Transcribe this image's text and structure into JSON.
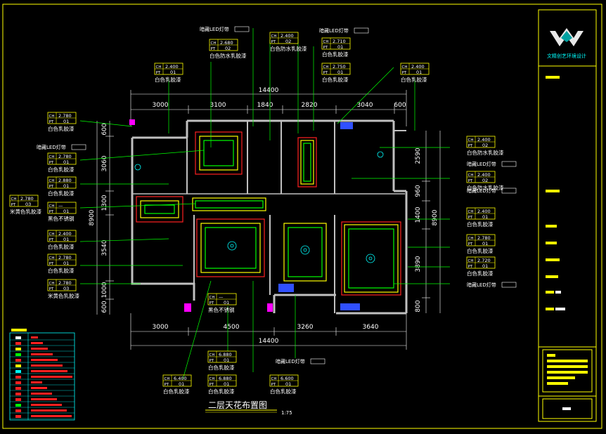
{
  "drawing": {
    "title": "二层天花布置图",
    "scale": "1:75",
    "company": "文精创艺环境设计",
    "dim_top_total": "14400",
    "dim_bottom_total": "14400",
    "dims_top": [
      "3000",
      "3100",
      "1840",
      "2820",
      "3040",
      "600"
    ],
    "dims_bottom": [
      "3000",
      "4500",
      "3260",
      "3640"
    ],
    "dims_left": [
      "600",
      "3060",
      "1300",
      "3540",
      "1000",
      "600"
    ],
    "dim_left_total": "8900",
    "dims_right": [
      "2590",
      "960",
      "1400",
      "3890",
      "800"
    ],
    "dim_right_total": "8900"
  },
  "tags": [
    {
      "ch": "2.680",
      "pt": "02",
      "note": "白色防水乳胶漆"
    },
    {
      "ch": "2.400",
      "pt": "02",
      "note": "白色防水乳胶漆"
    },
    {
      "ch": "2.710",
      "pt": "01",
      "note": "白色乳胶漆"
    },
    {
      "ch": "2.400",
      "pt": "01",
      "note": "白色乳胶漆"
    },
    {
      "ch": "2.750",
      "pt": "01",
      "note": "白色乳胶漆"
    },
    {
      "ch": "2.400",
      "pt": "01",
      "note": "白色乳胶漆"
    },
    {
      "ch": "2.780",
      "pt": "01",
      "note": "白色乳胶漆"
    },
    {
      "ch": "2.780",
      "pt": "01",
      "note": "白色乳胶漆"
    },
    {
      "ch": "2.880",
      "pt": "01",
      "note": "白色乳胶漆"
    },
    {
      "ch": "2.780",
      "pt": "03",
      "note": "米黄色乳胶漆"
    },
    {
      "ch": "—",
      "pt": "01",
      "note": "黑色不锈钢"
    },
    {
      "ch": "2.400",
      "pt": "01",
      "note": "白色乳胶漆"
    },
    {
      "ch": "2.780",
      "pt": "01",
      "note": "白色乳胶漆"
    },
    {
      "ch": "2.780",
      "pt": "03",
      "note": "米黄色乳胶漆"
    },
    {
      "ch": "2.400",
      "pt": "02",
      "note": "白色防水乳胶漆"
    },
    {
      "ch": "2.400",
      "pt": "02",
      "note": "白色防水乳胶漆"
    },
    {
      "ch": "2.400",
      "pt": "01",
      "note": "白色乳胶漆"
    },
    {
      "ch": "2.780",
      "pt": "01",
      "note": "白色乳胶漆"
    },
    {
      "ch": "2.720",
      "pt": "01",
      "note": "白色乳胶漆"
    },
    {
      "ch": "—",
      "pt": "01",
      "note": "黑色不锈钢"
    },
    {
      "ch": "6.880",
      "pt": "01",
      "note": "白色乳胶漆"
    },
    {
      "ch": "6.400",
      "pt": "01",
      "note": "白色乳胶漆"
    },
    {
      "ch": "6.880",
      "pt": "01",
      "note": "白色乳胶漆"
    },
    {
      "ch": "6.600",
      "pt": "01",
      "note": "白色乳胶漆"
    }
  ],
  "led_labels": [
    "暗藏LED灯带",
    "暗藏LED灯带",
    "暗藏LED灯带",
    "暗藏LED灯带",
    "暗藏LED灯带",
    "暗藏LED灯带",
    "暗藏LED灯带"
  ],
  "legend": {
    "title": "图例"
  },
  "colors": {
    "background": "#000000",
    "wall": "#c0c0c0",
    "dim": "#ffffff",
    "leader": "#00ff00",
    "tag_text": "#ffffff",
    "tag_box": "#ffff00",
    "ceiling_red": "#ff2020",
    "ceiling_yellow": "#ffff00",
    "ceiling_green": "#00ff00",
    "accent_blue": "#3050ff",
    "magenta": "#ff00ff",
    "frame_yellow": "#ffff00",
    "cyan": "#00ffff"
  }
}
